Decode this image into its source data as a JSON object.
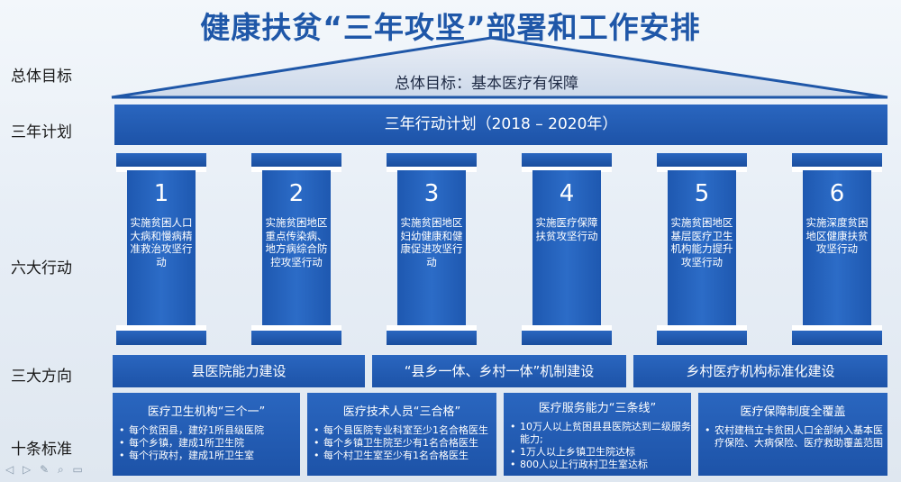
{
  "title": "健康扶贫“三年攻坚”部署和工作安排",
  "row_labels": {
    "goal": "总体目标",
    "plan": "三年计划",
    "actions": "六大行动",
    "directions": "三大方向",
    "standards": "十条标准"
  },
  "goal_text": "总体目标：基本医疗有保障",
  "plan_text": "三年行动计划（2018 – 2020年）",
  "actions": [
    {
      "num": "1",
      "text": "实施贫困人口大病和慢病精准救治攻坚行动"
    },
    {
      "num": "2",
      "text": "实施贫困地区重点传染病、地方病综合防控攻坚行动"
    },
    {
      "num": "3",
      "text": "实施贫困地区妇幼健康和健康促进攻坚行动"
    },
    {
      "num": "4",
      "text": "实施医疗保障扶贫攻坚行动"
    },
    {
      "num": "5",
      "text": "实施贫困地区基层医疗卫生机构能力提升攻坚行动"
    },
    {
      "num": "6",
      "text": "实施深度贫困地区健康扶贫攻坚行动"
    }
  ],
  "directions": [
    "县医院能力建设",
    "“县乡一体、乡村一体”机制建设",
    "乡村医疗机构标准化建设"
  ],
  "standards": [
    {
      "heading": "医疗卫生机构“三个一”",
      "items": [
        "每个贫困县，建好1所县级医院",
        "每个乡镇，建成1所卫生院",
        "每个行政村，建成1所卫生室"
      ]
    },
    {
      "heading": "医疗技术人员“三合格”",
      "items": [
        "每个县医院专业科室至少1名合格医生",
        "每个乡镇卫生院至少有1名合格医生",
        "每个村卫生室至少有1名合格医生"
      ]
    },
    {
      "heading": "医疗服务能力“三条线”",
      "items": [
        "10万人以上贫困县县医院达到二级服务能力;",
        "1万人以上乡镇卫生院达标",
        "800人以上行政村卫生室达标"
      ]
    },
    {
      "heading": "医疗保障制度全覆盖",
      "items": [
        "农村建档立卡贫困人口全部纳入基本医疗保险、大病保险、医疗救助覆盖范围"
      ]
    }
  ],
  "colors": {
    "primary": "#1f57a8",
    "bar": "#2a66bf"
  }
}
